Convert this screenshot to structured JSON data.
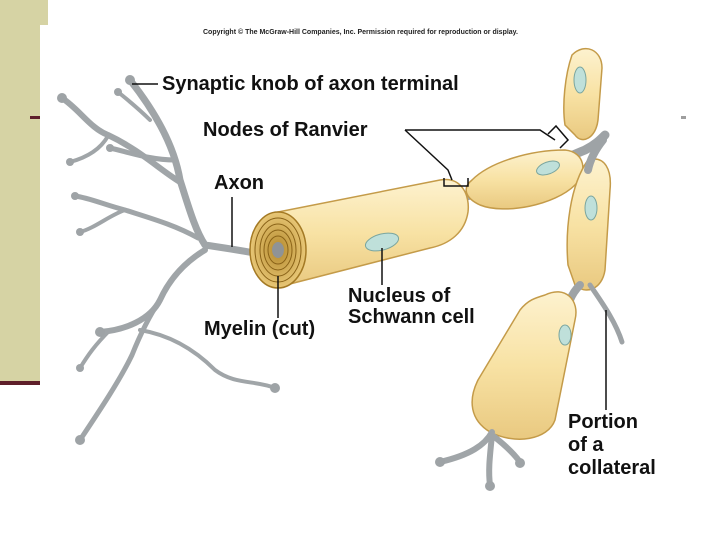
{
  "copyright": "Copyright © The McGraw-Hill Companies, Inc. Permission required for reproduction or display.",
  "labels": {
    "synaptic_knob": "Synaptic knob of axon terminal",
    "nodes_of_ranvier": "Nodes of Ranvier",
    "axon": "Axon",
    "nucleus_line1": "Nucleus of",
    "nucleus_line2": "Schwann cell",
    "myelin": "Myelin (cut)",
    "collateral_line1": "Portion",
    "collateral_line2": "of a",
    "collateral_line3": "collateral"
  },
  "colors": {
    "slide_band": "#d6d3a4",
    "slide_rule": "#5e1f2a",
    "axon_gray": "#9ea3a6",
    "myelin_yellow": "#f9e3a6",
    "nucleus_teal": "#bfe0da"
  }
}
